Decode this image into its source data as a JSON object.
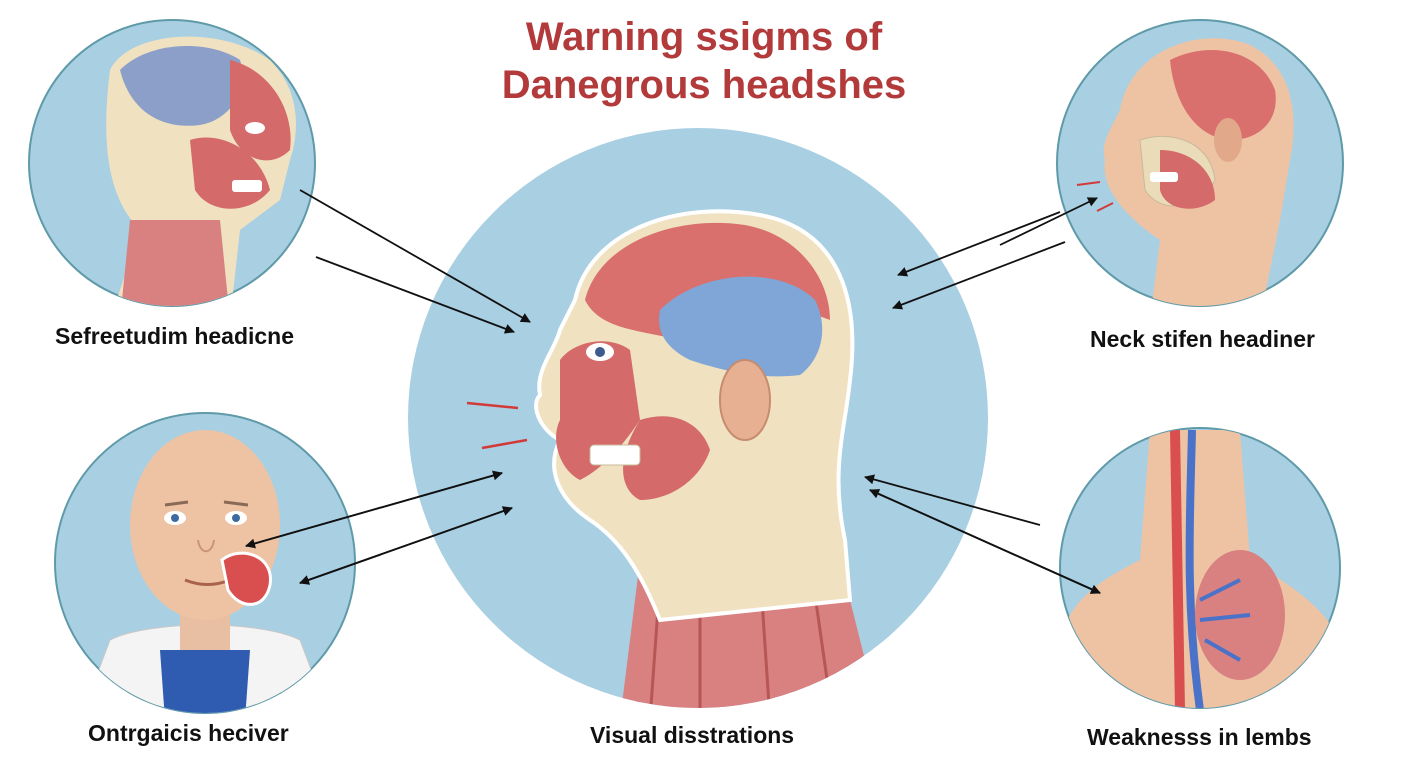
{
  "title": {
    "line1": "Warning ssigms of",
    "line2": "Danegrous headshes"
  },
  "labels": {
    "top_left": "Sefreetudim headicne",
    "top_right": "Neck stifen headiner",
    "bottom_left": "Ontrgaicis heciver",
    "bottom_center": "Visual disstrations",
    "bottom_right": "Weaknesss in lembs"
  },
  "colors": {
    "title": "#b23a3a",
    "circle_fill": "#a9cfe2",
    "circle_border": "#5f9aa8",
    "muscle": "#d46a6a",
    "bone": "#eadcb8",
    "vessel_blue": "#4a72c8",
    "skin": "#eec3a4"
  }
}
